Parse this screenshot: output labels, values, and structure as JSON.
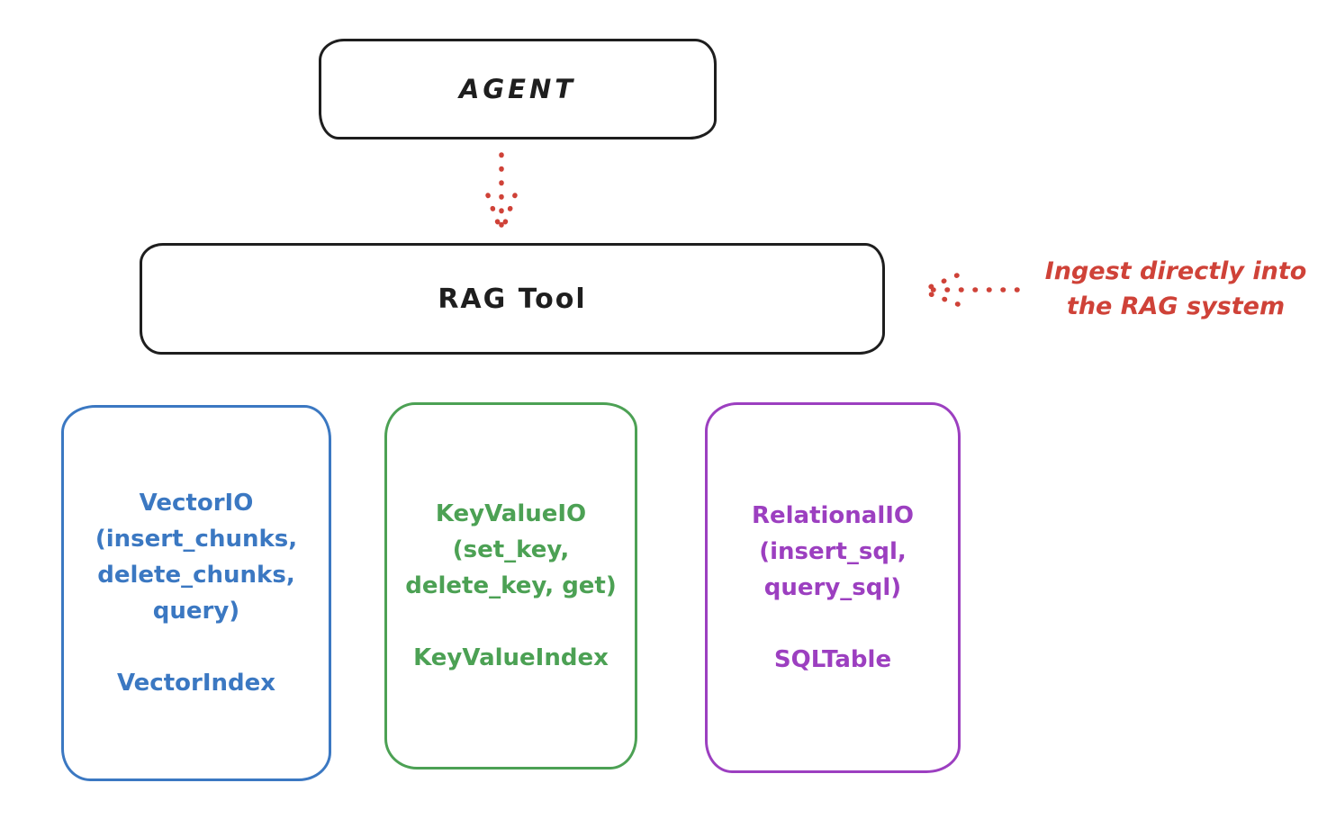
{
  "colors": {
    "ink": "#1e1e1e",
    "red": "#cf4238",
    "blue": "#3b78c2",
    "green": "#4ca154",
    "purple": "#9c3fc0"
  },
  "diagram": {
    "agent": {
      "label": "AGENT"
    },
    "rag_tool": {
      "label": "RAG Tool"
    },
    "annotation": {
      "line1": "Ingest directly into",
      "line2": "the RAG system"
    },
    "storage_boxes": [
      {
        "name": "vector-io",
        "color": "#3b78c2",
        "lines": [
          "VectorIO",
          "(insert_chunks,",
          "delete_chunks,",
          "query)"
        ],
        "index_label": "VectorIndex"
      },
      {
        "name": "key-value-io",
        "color": "#4ca154",
        "lines": [
          "KeyValueIO",
          "(set_key,",
          "delete_key, get)"
        ],
        "index_label": "KeyValueIndex"
      },
      {
        "name": "relational-io",
        "color": "#9c3fc0",
        "lines": [
          "RelationalIO",
          "(insert_sql,",
          "query_sql)"
        ],
        "index_label": "SQLTable"
      }
    ]
  }
}
